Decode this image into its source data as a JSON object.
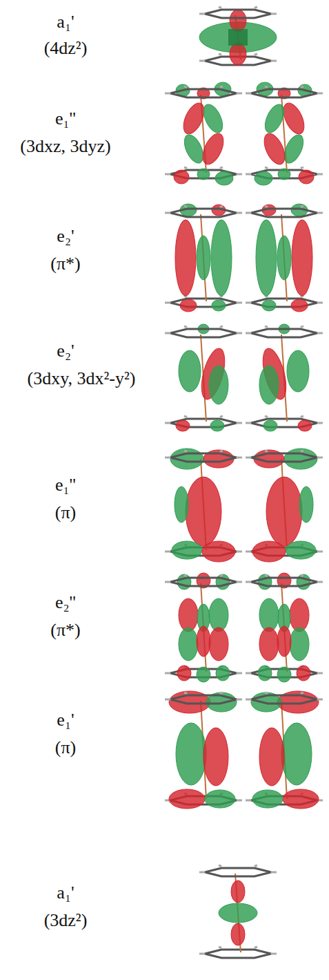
{
  "diagram": {
    "labels": [
      "a₁'",
      "(4dz²)",
      "e₁''",
      "(3dxz, 3dyz)",
      "e₂'",
      "(π*)",
      "e₂'",
      "(3dxy, 3dx²-y²)",
      "e₁''",
      "(π)",
      "e₂''",
      "(π*)",
      "e₁'",
      "(π)",
      "a₁'",
      "(3dz²)"
    ]
  }
}
